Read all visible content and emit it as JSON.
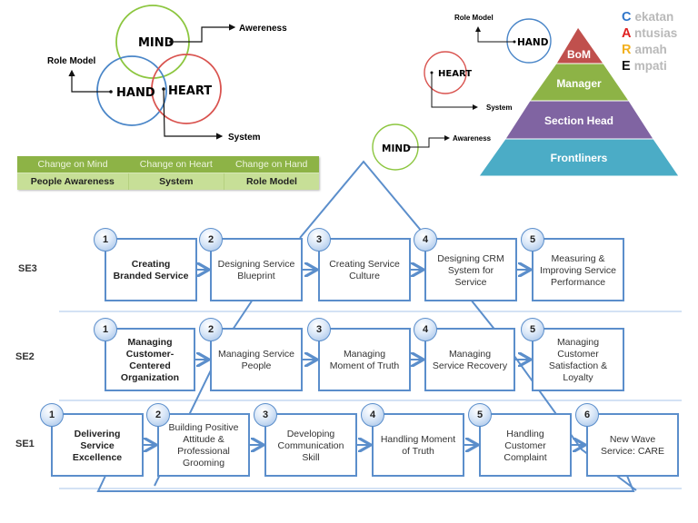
{
  "venn": {
    "circles": [
      {
        "label": "MIND",
        "color": "#8cc63f"
      },
      {
        "label": "HAND",
        "color": "#4a86c8"
      },
      {
        "label": "HEART",
        "color": "#d9534f"
      }
    ],
    "callouts": {
      "mind": "Awereness",
      "hand": "Role Model",
      "heart": "System"
    }
  },
  "change_table": {
    "headers": [
      "Change on Mind",
      "Change on Heart",
      "Change on Hand"
    ],
    "values": [
      "People Awareness",
      "System",
      "Role Model"
    ]
  },
  "mini_diagram": {
    "hand": {
      "label": "HAND",
      "callout": "Role Model"
    },
    "heart": {
      "label": "HEART",
      "callout": "System"
    },
    "mind": {
      "label": "MIND",
      "callout": "Awareness"
    }
  },
  "pyramid": {
    "levels": [
      {
        "label": "BoM",
        "color": "#c0504d"
      },
      {
        "label": "Manager",
        "color": "#8db346"
      },
      {
        "label": "Section Head",
        "color": "#8064a2"
      },
      {
        "label": "Frontliners",
        "color": "#4bacc6"
      }
    ]
  },
  "care": [
    {
      "letter": "C",
      "rest": "ekatan",
      "color": "#2e75c9"
    },
    {
      "letter": "A",
      "rest": "ntusias",
      "color": "#e02020"
    },
    {
      "letter": "R",
      "rest": "amah",
      "color": "#f2b01e"
    },
    {
      "letter": "E",
      "rest": "mpati",
      "color": "#111111"
    }
  ],
  "levels": [
    {
      "name": "SE3",
      "steps": [
        {
          "num": "1",
          "text": "Creating Branded Service",
          "bold": true
        },
        {
          "num": "2",
          "text": "Designing Service Blueprint",
          "bold": false
        },
        {
          "num": "3",
          "text": "Creating Service Culture",
          "bold": false
        },
        {
          "num": "4",
          "text": "Designing CRM System for Service",
          "bold": false
        },
        {
          "num": "5",
          "text": "Measuring & Improving Service Performance",
          "bold": false
        }
      ]
    },
    {
      "name": "SE2",
      "steps": [
        {
          "num": "1",
          "text": "Managing Customer-Centered Organization",
          "bold": true
        },
        {
          "num": "2",
          "text": "Managing Service People",
          "bold": false
        },
        {
          "num": "3",
          "text": "Managing Moment of Truth",
          "bold": false
        },
        {
          "num": "4",
          "text": "Managing Service Recovery",
          "bold": false
        },
        {
          "num": "5",
          "text": "Managing Customer Satisfaction & Loyalty",
          "bold": false
        }
      ]
    },
    {
      "name": "SE1",
      "steps": [
        {
          "num": "1",
          "text": "Delivering Service Excellence",
          "bold": true
        },
        {
          "num": "2",
          "text": "Building Positive Attitude & Professional Grooming",
          "bold": false
        },
        {
          "num": "3",
          "text": "Developing Communication Skill",
          "bold": false
        },
        {
          "num": "4",
          "text": "Handling Moment of Truth",
          "bold": false
        },
        {
          "num": "5",
          "text": "Handling Customer Complaint",
          "bold": false
        },
        {
          "num": "6",
          "text": "New Wave Service: CARE",
          "bold": false
        }
      ]
    }
  ]
}
